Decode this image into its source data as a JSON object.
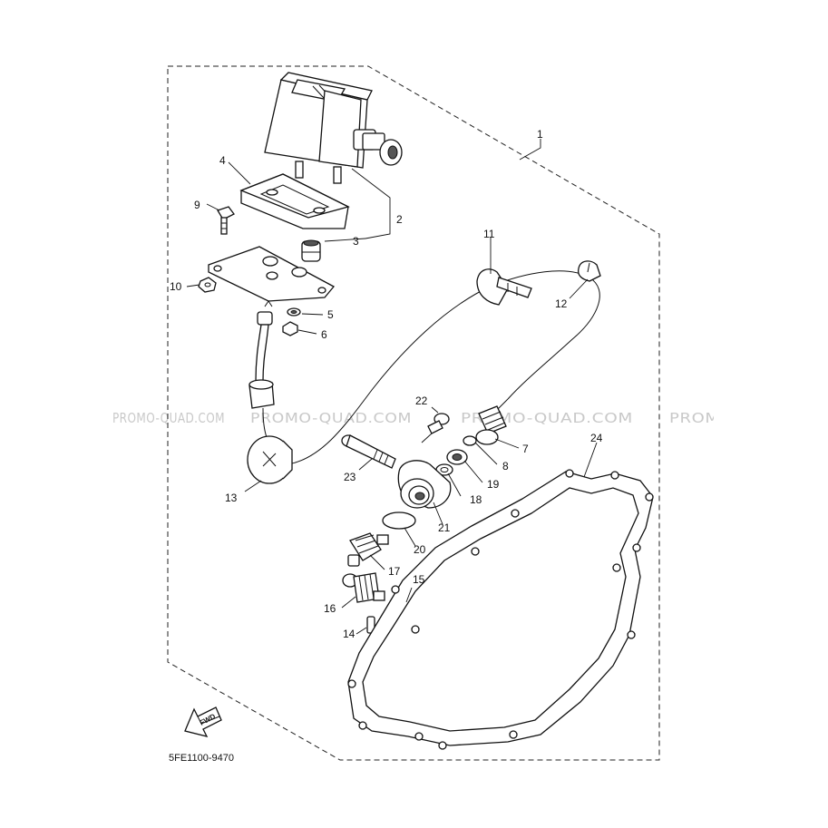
{
  "watermark": "PROMO-QUAD.COM",
  "diagram_code": "5FE1100-9470",
  "fwd_label": "FWD",
  "callouts": [
    {
      "id": "1",
      "label": "1"
    },
    {
      "id": "2",
      "label": "2"
    },
    {
      "id": "3",
      "label": "3"
    },
    {
      "id": "4",
      "label": "4"
    },
    {
      "id": "5",
      "label": "5"
    },
    {
      "id": "6",
      "label": "6"
    },
    {
      "id": "7",
      "label": "7"
    },
    {
      "id": "8",
      "label": "8"
    },
    {
      "id": "9",
      "label": "9"
    },
    {
      "id": "10",
      "label": "10"
    },
    {
      "id": "11",
      "label": "11"
    },
    {
      "id": "12",
      "label": "12"
    },
    {
      "id": "13",
      "label": "13"
    },
    {
      "id": "14",
      "label": "14"
    },
    {
      "id": "15",
      "label": "15"
    },
    {
      "id": "16",
      "label": "16"
    },
    {
      "id": "17",
      "label": "17"
    },
    {
      "id": "18",
      "label": "18"
    },
    {
      "id": "19",
      "label": "19"
    },
    {
      "id": "20",
      "label": "20"
    },
    {
      "id": "21",
      "label": "21"
    },
    {
      "id": "22",
      "label": "22"
    },
    {
      "id": "23",
      "label": "23"
    },
    {
      "id": "24",
      "label": "24"
    }
  ]
}
